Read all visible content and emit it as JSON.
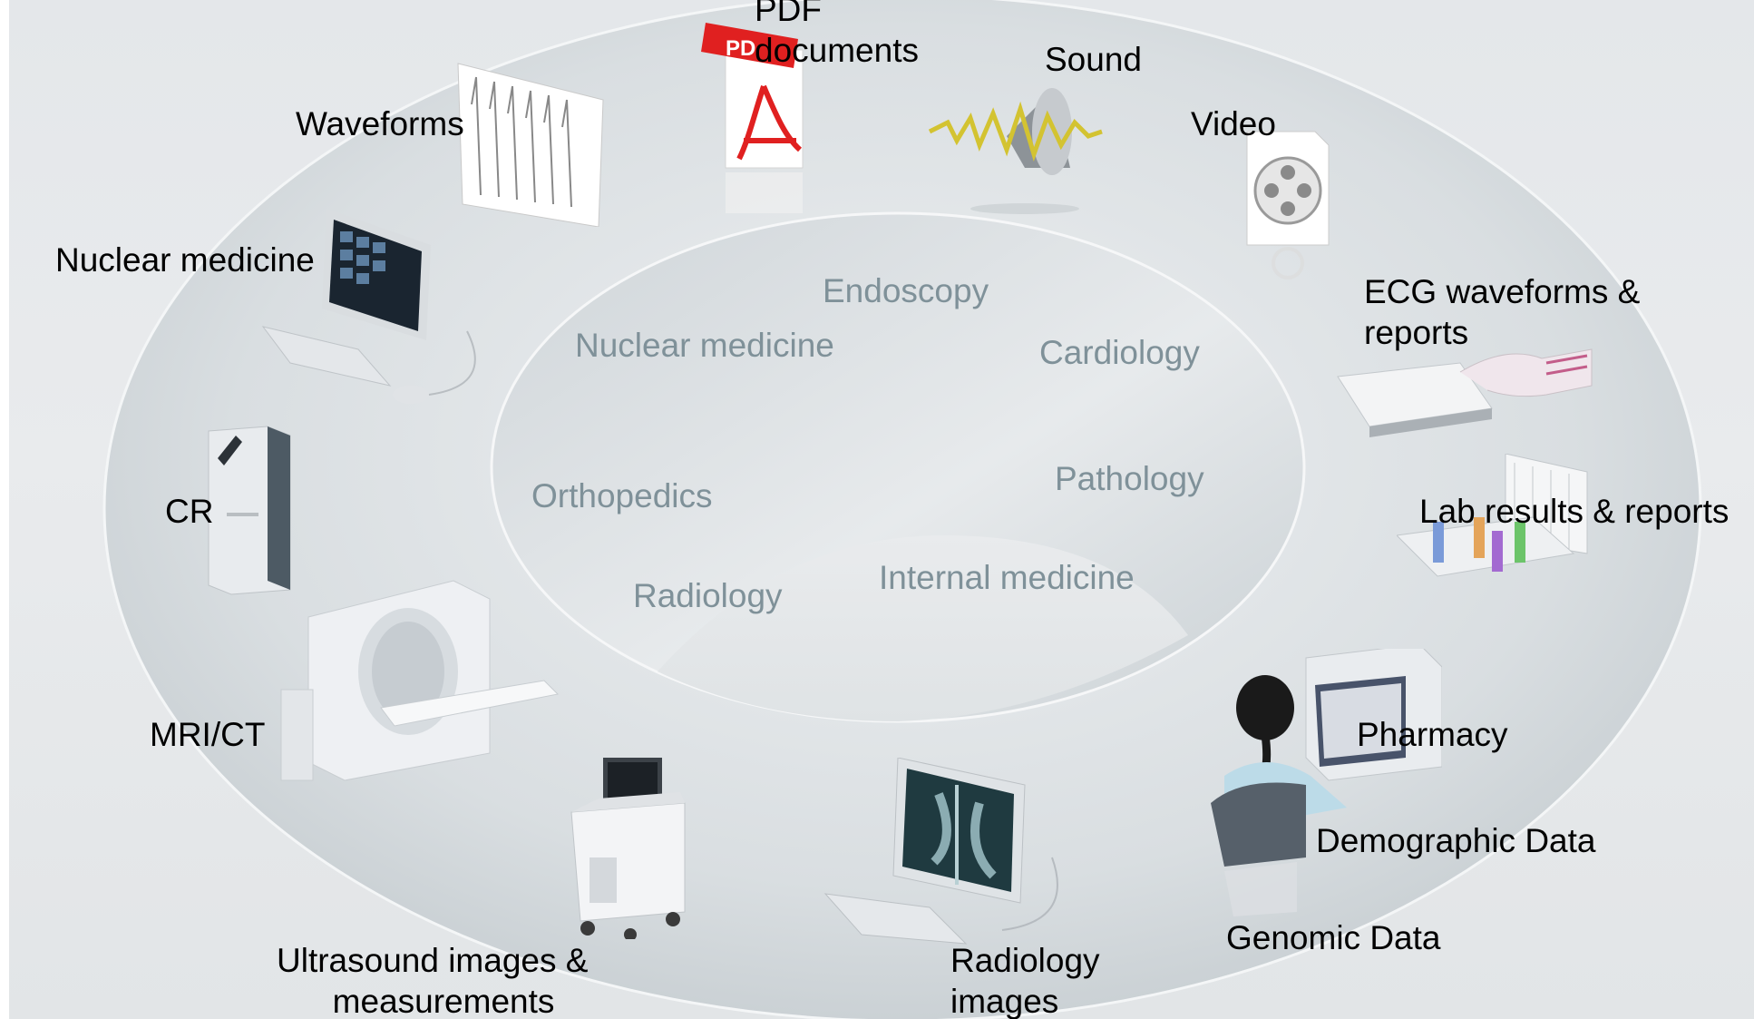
{
  "outer_labels": {
    "pdf": "PDF\ndocuments",
    "sound": "Sound",
    "waveforms": "Waveforms",
    "video": "Video",
    "nuclear": "Nuclear medicine",
    "ecg": "ECG waveforms &\nreports",
    "cr": "CR",
    "lab": "Lab results & reports",
    "mri": "MRI/CT",
    "pharmacy": "Pharmacy",
    "demographic": "Demographic Data",
    "genomic": "Genomic Data",
    "ultrasound": "Ultrasound images &\n      measurements",
    "radiology_images": "Radiology\nimages"
  },
  "inner_labels": {
    "endoscopy": "Endoscopy",
    "nuclear": "Nuclear medicine",
    "cardiology": "Cardiology",
    "pathology": "Pathology",
    "orthopedics": "Orthopedics",
    "internal": "Internal medicine",
    "radiology": "Radiology"
  },
  "colors": {
    "outer_text": "#000000",
    "inner_text": "#7f9199",
    "pdf_red": "#e02020",
    "ring": "#d7dcdf"
  }
}
